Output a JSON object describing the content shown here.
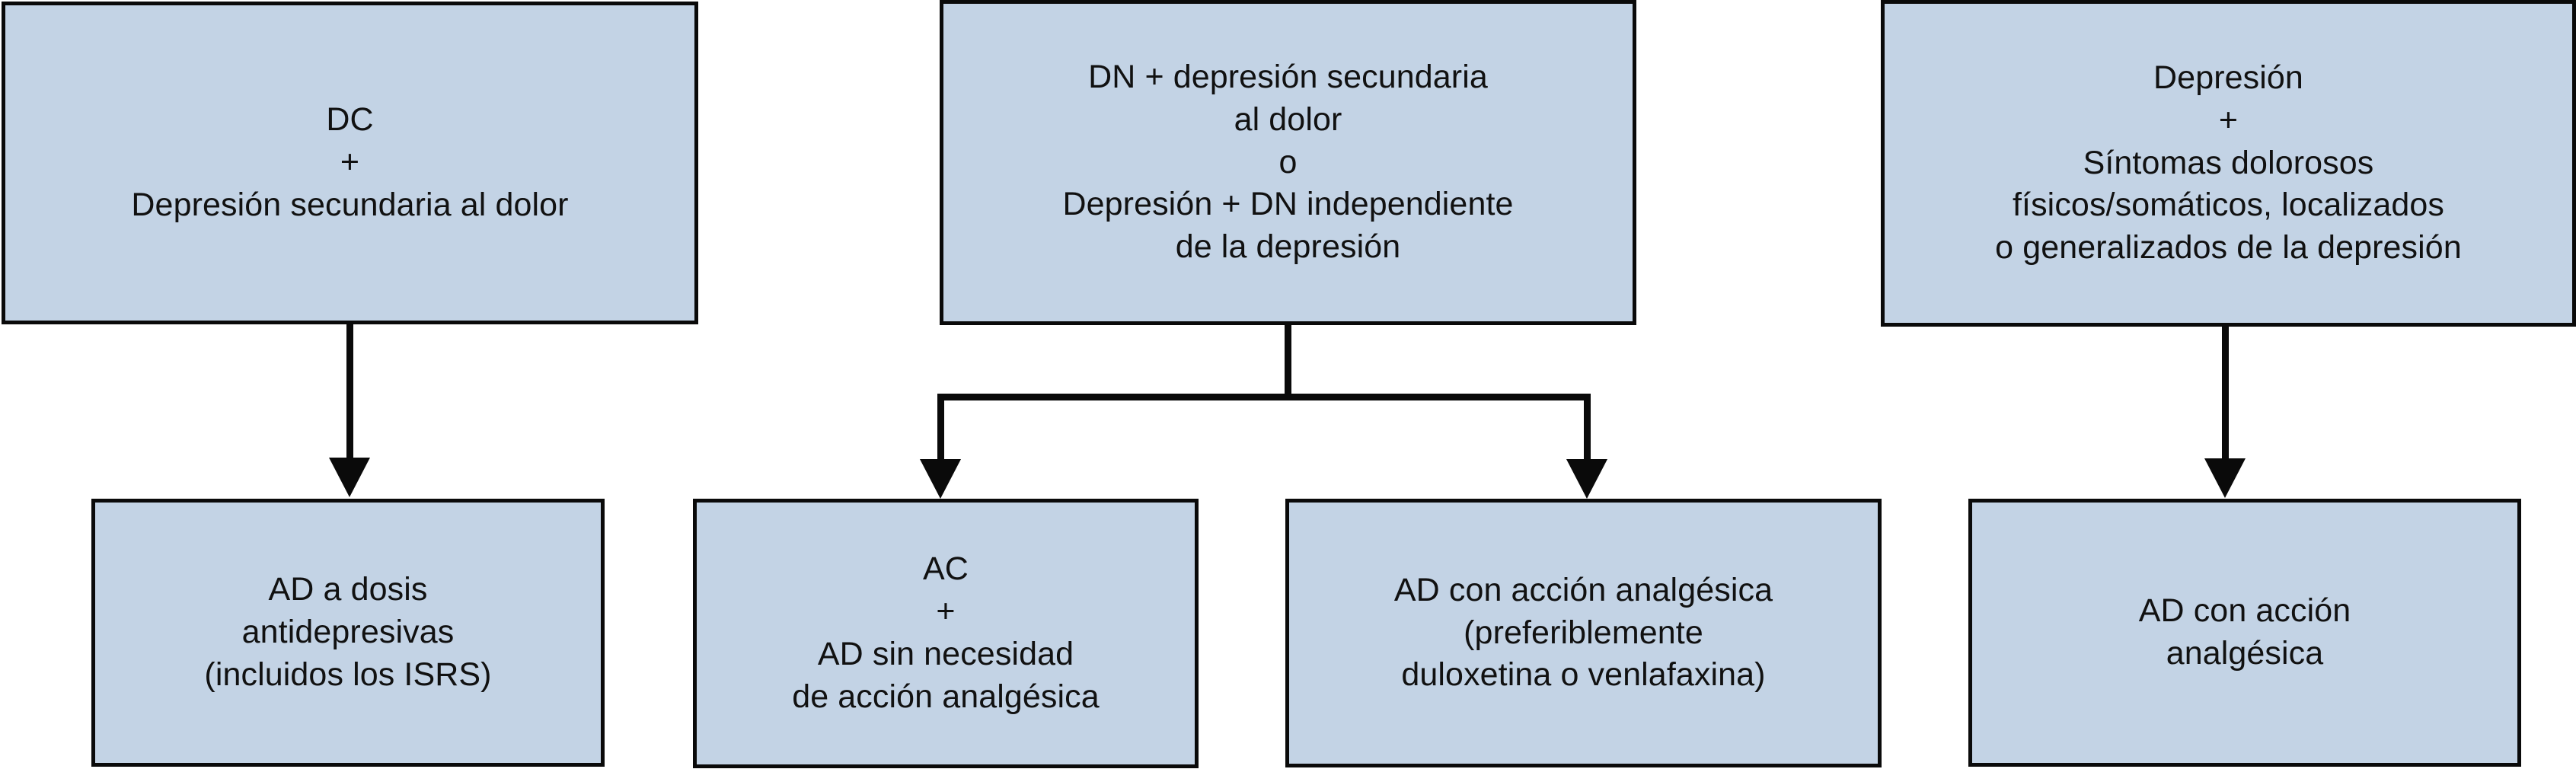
{
  "diagram": {
    "title_text": "",
    "colors": {
      "node_fill": "#c3d3e5",
      "node_border": "#0a0a0a",
      "connector": "#0a0a0a",
      "background": "#ffffff",
      "text": "#111111"
    },
    "nodes": {
      "top_left": {
        "id": "dc-depresion-secundaria",
        "text": "DC\n+\nDepresión secundaria al dolor",
        "lines": [
          "DC",
          "+",
          "Depresión secundaria al dolor"
        ]
      },
      "top_middle": {
        "id": "dn-depresion-secundaria-o-independiente",
        "text": "DN + depresión secundaria\nal dolor\no\nDepresión + DN independiente\nde la depresión",
        "lines": [
          "DN + depresión secundaria",
          "al dolor",
          "o",
          "Depresión + DN independiente",
          "de la depresión"
        ]
      },
      "top_right": {
        "id": "depresion-sintomas-dolorosos",
        "text": "Depresión\n+\nSíntomas dolorosos\nfísicos/somáticos, localizados\no generalizados de la depresión",
        "lines": [
          "Depresión",
          "+",
          "Síntomas dolorosos",
          "físicos/somáticos, localizados",
          "o generalizados de la depresión"
        ]
      },
      "bottom_1": {
        "id": "ad-dosis-antidepresivas",
        "text": "AD a dosis\nantidepresivas\n(incluidos los ISRS)",
        "lines": [
          "AD a dosis",
          "antidepresivas",
          "(incluidos los ISRS)"
        ]
      },
      "bottom_2": {
        "id": "ac-ad-sin-necesidad-analgesica",
        "text": "AC\n+\nAD sin necesidad\nde acción analgésica",
        "lines": [
          "AC",
          "+",
          "AD sin necesidad",
          "de acción analgésica"
        ]
      },
      "bottom_3": {
        "id": "ad-accion-analgesica-duloxetina-venlafaxina",
        "text": "AD con acción analgésica\n(preferiblemente\nduloxetina o venlafaxina)",
        "lines": [
          "AD con acción analgésica",
          "(preferiblemente",
          "duloxetina o venlafaxina)"
        ]
      },
      "bottom_4": {
        "id": "ad-accion-analgesica",
        "text": "AD con acción\nanalgésica",
        "lines": [
          "AD con acción",
          "analgésica"
        ]
      }
    },
    "connectors": [
      {
        "name": "arrow-top-left-to-bottom-1",
        "from": "top_left",
        "to": "bottom_1",
        "shape": "straight-down"
      },
      {
        "name": "arrow-top-middle-to-bottom-2",
        "from": "top_middle",
        "to": "bottom_2",
        "shape": "branch-left"
      },
      {
        "name": "arrow-top-middle-to-bottom-3",
        "from": "top_middle",
        "to": "bottom_3",
        "shape": "branch-right"
      },
      {
        "name": "arrow-top-right-to-bottom-4",
        "from": "top_right",
        "to": "bottom_4",
        "shape": "straight-down"
      }
    ]
  }
}
